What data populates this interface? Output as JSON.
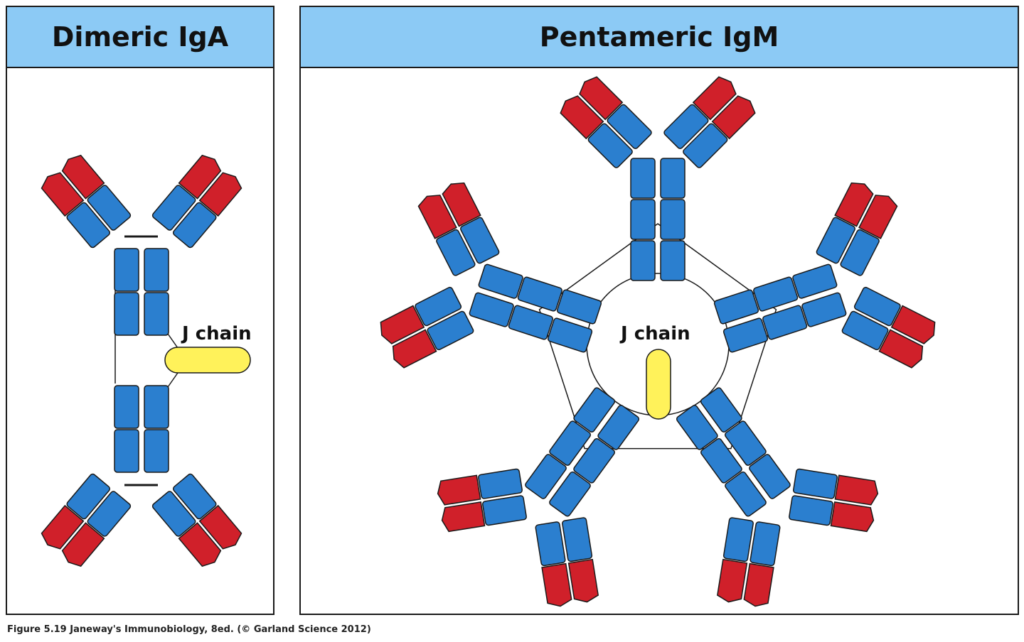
{
  "colors": {
    "header_bg": "#8ccaf5",
    "blue_domain": "#2b7fcf",
    "red_domain": "#d0202a",
    "j_chain": "#fff25a",
    "outline": "#1a1a1a"
  },
  "panels": {
    "iga": {
      "title": "Dimeric IgA",
      "j_chain_label": "J chain",
      "monomer_count": 2
    },
    "igm": {
      "title": "Pentameric IgM",
      "j_chain_label": "J chain",
      "monomer_count": 5
    }
  },
  "caption": "Figure 5.19  Janeway's Immunobiology, 8ed. (© Garland Science 2012)"
}
